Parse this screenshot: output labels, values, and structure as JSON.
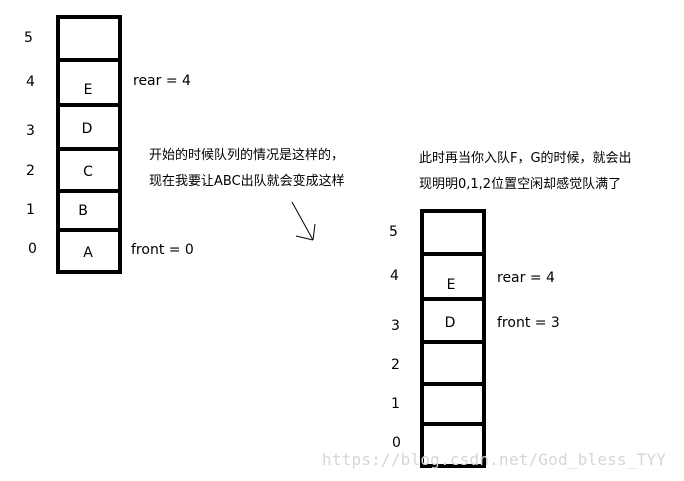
{
  "queue_before": {
    "index_labels": [
      "5",
      "4",
      "3",
      "2",
      "1",
      "0"
    ],
    "cells": [
      "",
      "E",
      "D",
      "C",
      "B",
      "A"
    ],
    "rear_label": "rear = 4",
    "front_label": "front = 0"
  },
  "queue_after": {
    "index_labels": [
      "5",
      "4",
      "3",
      "2",
      "1",
      "0"
    ],
    "cells": [
      "",
      "E",
      "D",
      "",
      "",
      ""
    ],
    "rear_label": "rear = 4",
    "front_label": "front = 3"
  },
  "note_middle": {
    "line1": "开始的时候队列的情况是这样的，",
    "line2": "现在我要让ABC出队就会变成这样"
  },
  "note_right": {
    "line1": "此时再当你入队F，G的时候，就会出",
    "line2": "现明明0,1,2位置空闲却感觉队满了"
  },
  "watermark": "https://blog.csdn.net/God_bless_TYY"
}
